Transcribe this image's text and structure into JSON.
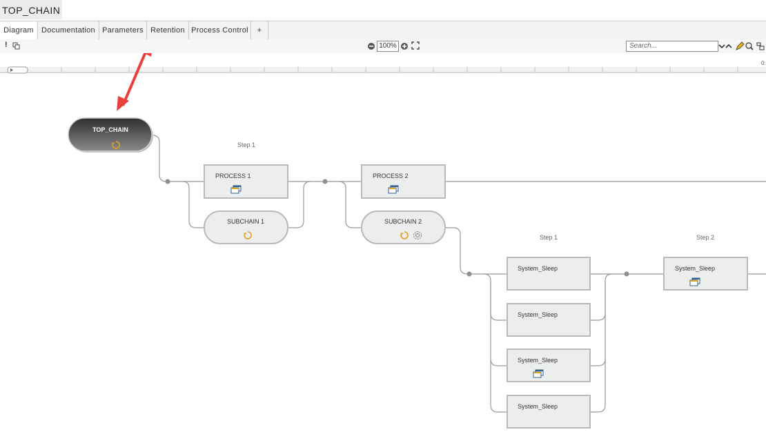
{
  "window": {
    "title": "TOP_CHAIN"
  },
  "tabs": [
    {
      "label": "Diagram",
      "active": true
    },
    {
      "label": "Documentation"
    },
    {
      "label": "Parameters"
    },
    {
      "label": "Retention"
    },
    {
      "label": "Process Control"
    },
    {
      "label": "+"
    }
  ],
  "toolbar": {
    "alert_icon": "!",
    "zoom": "100%",
    "search_placeholder": "Search...",
    "timeline_end": "0:"
  },
  "diagram": {
    "root": "TOP_CHAIN",
    "step_labels": [
      "Step 1",
      "Step 1",
      "Step 2"
    ],
    "nodes": [
      "PROCESS 1",
      "SUBCHAIN 1",
      "PROCESS 2",
      "SUBCHAIN 2",
      "System_Sleep",
      "System_Sleep",
      "System_Sleep",
      "System_Sleep",
      "System_Sleep"
    ],
    "colors": {
      "annotation_arrow": "#e8413c",
      "root_fill": "#4a4a4a",
      "node_fill": "#eceeee"
    }
  }
}
